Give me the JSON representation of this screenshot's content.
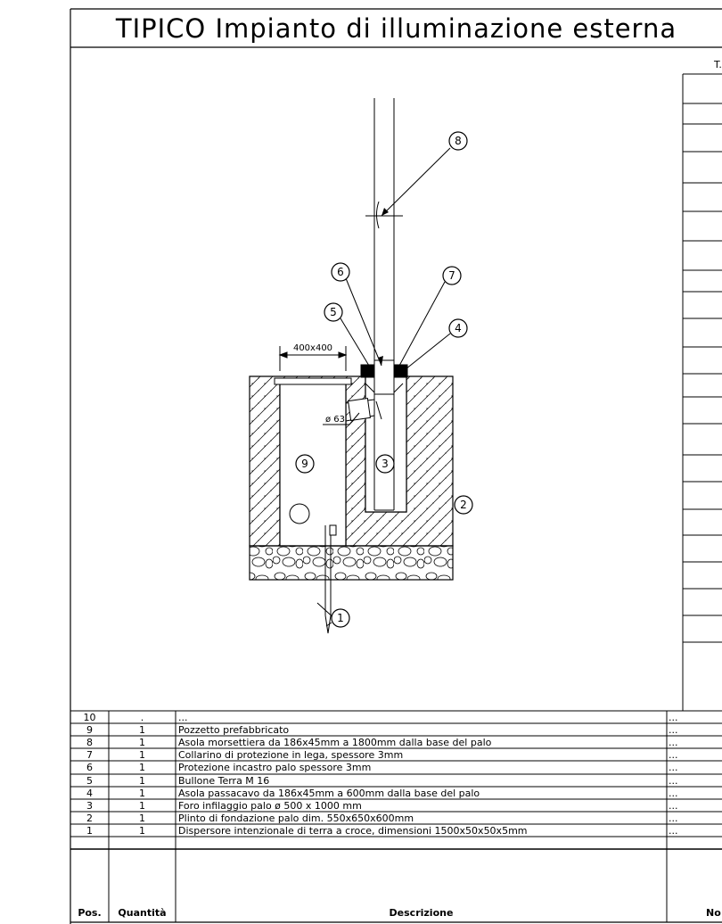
{
  "title": "TIPICO  Impianto  di  illuminazione  esterna",
  "right_panel_header": "T.",
  "callouts": [
    "1",
    "2",
    "3",
    "4",
    "5",
    "6",
    "7",
    "8",
    "9"
  ],
  "dimension_label": "400x400",
  "diameter_label": "ø 63",
  "table": {
    "headers": {
      "pos": "Pos.",
      "qty": "Quantità",
      "desc": "Descrizione",
      "notes": "No"
    },
    "rows": [
      {
        "pos": "10",
        "qty": ".",
        "desc": "...",
        "notes": "..."
      },
      {
        "pos": "9",
        "qty": "1",
        "desc": "Pozzetto  prefabbricato",
        "notes": "..."
      },
      {
        "pos": "8",
        "qty": "1",
        "desc": "Asola  morsettiera  da  186x45mm  a  1800mm  dalla  base  del  palo",
        "notes": "..."
      },
      {
        "pos": "7",
        "qty": "1",
        "desc": "Collarino  di  protezione  in  lega,  spessore  3mm",
        "notes": "..."
      },
      {
        "pos": "6",
        "qty": "1",
        "desc": "Protezione  incastro  palo  spessore  3mm",
        "notes": "..."
      },
      {
        "pos": "5",
        "qty": "1",
        "desc": "Bullone  Terra  M  16",
        "notes": "..."
      },
      {
        "pos": "4",
        "qty": "1",
        "desc": "Asola  passacavo  da  186x45mm  a  600mm  dalla  base  del  palo",
        "notes": "..."
      },
      {
        "pos": "3",
        "qty": "1",
        "desc": "Foro  infilaggio  palo  ø  500  x  1000  mm",
        "notes": "..."
      },
      {
        "pos": "2",
        "qty": "1",
        "desc": "Plinto  di  fondazione  palo  dim.  550x650x600mm",
        "notes": "..."
      },
      {
        "pos": "1",
        "qty": "1",
        "desc": "Dispersore  intenzionale  di  terra  a  croce,  dimensioni  1500x50x50x5mm",
        "notes": "..."
      }
    ]
  }
}
